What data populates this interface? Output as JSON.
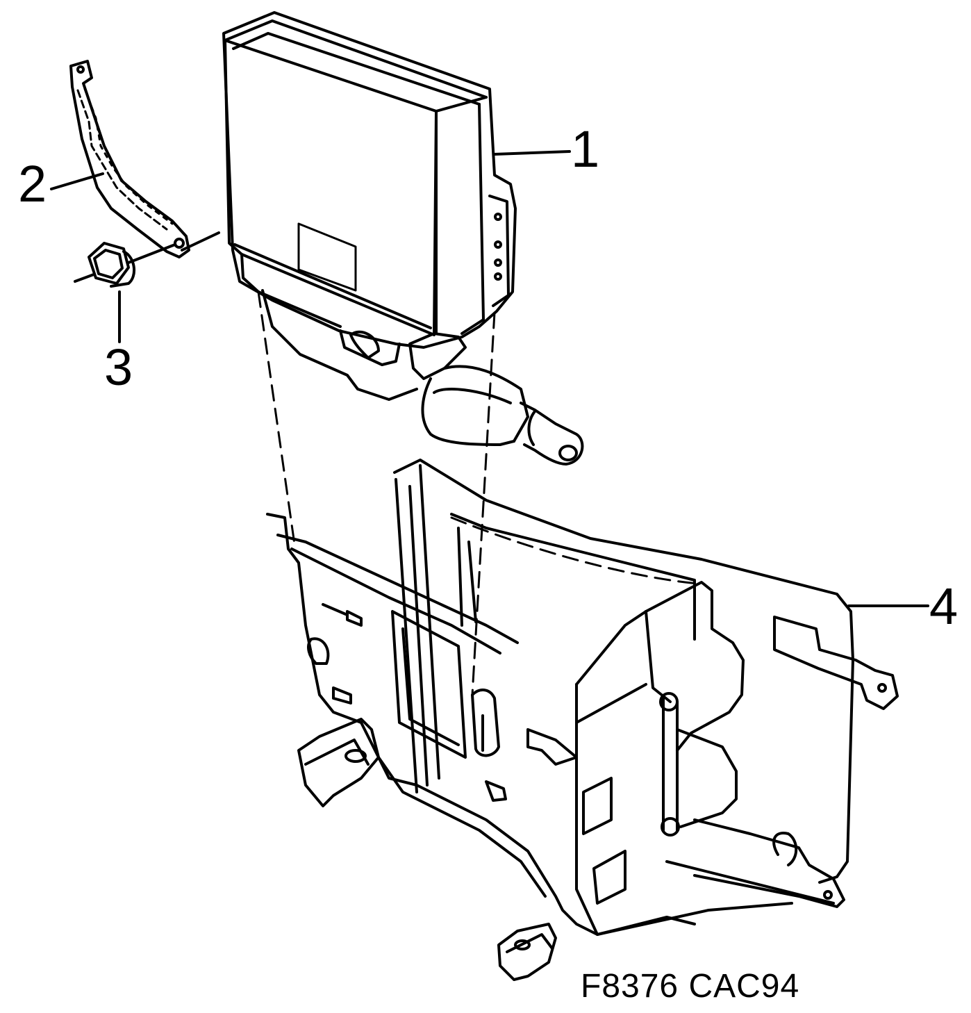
{
  "diagram": {
    "callouts": [
      {
        "id": "1",
        "label": "1"
      },
      {
        "id": "2",
        "label": "2"
      },
      {
        "id": "3",
        "label": "3"
      },
      {
        "id": "4",
        "label": "4"
      }
    ],
    "figure_code": "F8376 CAC94"
  },
  "colors": {
    "line": "#000000",
    "background": "#ffffff"
  }
}
